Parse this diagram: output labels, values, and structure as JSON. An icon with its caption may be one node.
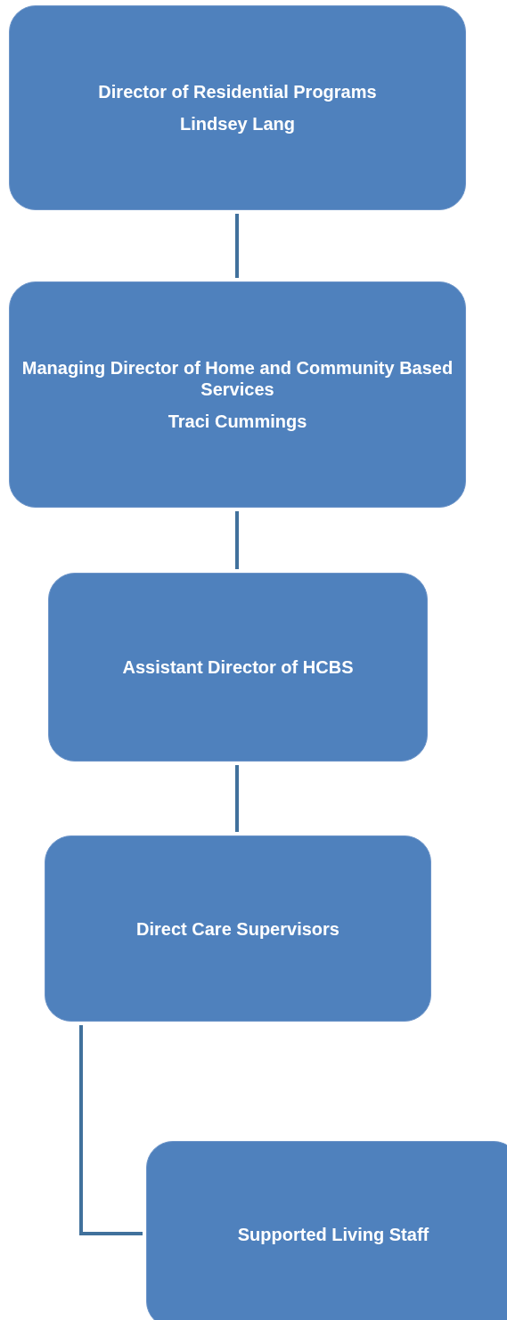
{
  "diagram": {
    "nodes": [
      {
        "text": [
          "Director of Residential Programs",
          "Lindsey Lang"
        ]
      },
      {
        "text": [
          "Managing Director of Home and Community Based Services",
          "Traci Cummings"
        ]
      },
      {
        "text": [
          "Assistant Director of HCBS"
        ]
      },
      {
        "text": [
          "Direct Care Supervisors"
        ]
      },
      {
        "text": [
          "Supported Living Staff"
        ]
      }
    ],
    "edges": [
      {
        "from": 0,
        "to": 1,
        "arrow": "none"
      },
      {
        "from": 1,
        "to": 2,
        "arrow": "none"
      },
      {
        "from": 2,
        "to": 3,
        "arrow": "none"
      },
      {
        "from": 3,
        "to": 4,
        "arrow": "none"
      }
    ]
  }
}
